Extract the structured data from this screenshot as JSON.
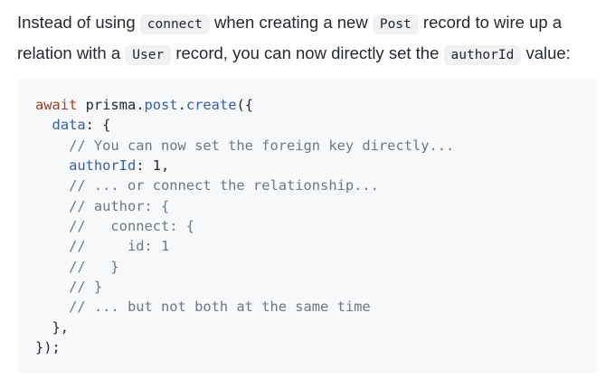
{
  "intro": {
    "t1": "Instead of using ",
    "c1": "connect",
    "t2": " when creating a new ",
    "c2": "Post",
    "t3": " record to wire up a relation with a ",
    "c3": "User",
    "t4": " record, you can now directly set the ",
    "c4": "authorId",
    "t5": " value:"
  },
  "code": {
    "l1": {
      "kw": "await",
      "obj": " prisma",
      "d1": ".",
      "prop": "post",
      "d2": ".",
      "fn": "create",
      "p": "({"
    },
    "l2": {
      "indent": "  ",
      "prop": "data",
      "p": ": {"
    },
    "l3": {
      "indent": "    ",
      "com": "// You can now set the foreign key directly..."
    },
    "l4": {
      "indent": "    ",
      "prop": "authorId",
      "p": ": ",
      "num": "1",
      "p2": ","
    },
    "l5": {
      "indent": "    ",
      "com": "// ... or connect the relationship..."
    },
    "l6": {
      "indent": "    ",
      "com": "// author: {"
    },
    "l7": {
      "indent": "    ",
      "com": "//   connect: {"
    },
    "l8": {
      "indent": "    ",
      "com": "//     id: 1"
    },
    "l9": {
      "indent": "    ",
      "com": "//   }"
    },
    "l10": {
      "indent": "    ",
      "com": "// }"
    },
    "l11": {
      "indent": "    ",
      "com": "// ... but not both at the same time"
    },
    "l12": {
      "text": "  },"
    },
    "l13": {
      "text": "});"
    }
  }
}
